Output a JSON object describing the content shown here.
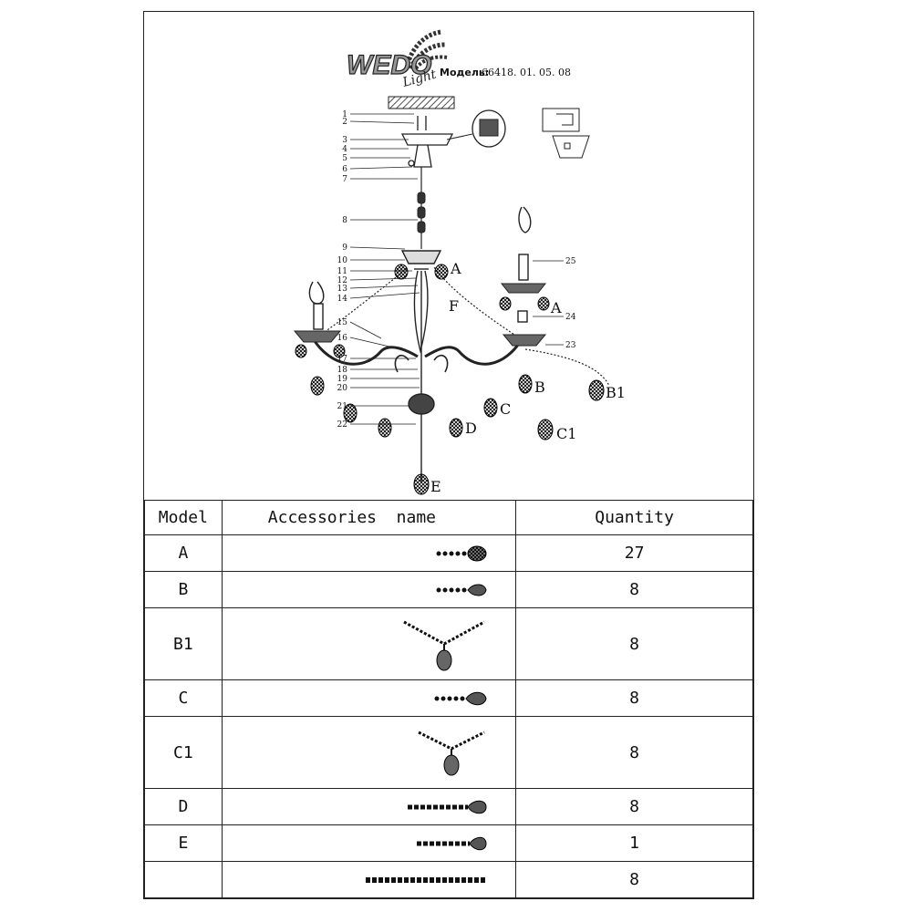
{
  "brand": {
    "logo_text": "WEDO",
    "script_text": "Light"
  },
  "model_label": "Модель:",
  "model_number": "66418. 01. 05. 08",
  "callouts": [
    "1",
    "2",
    "3",
    "4",
    "5",
    "6",
    "7",
    "8",
    "9",
    "10",
    "11",
    "12",
    "13",
    "14",
    "15",
    "16",
    "17",
    "18",
    "19",
    "20",
    "21",
    "22"
  ],
  "right_callouts": {
    "c23": "23",
    "c24": "24",
    "c25": "25"
  },
  "part_letters": {
    "A": "A",
    "A2": "A",
    "F": "F",
    "B": "B",
    "B1": "B1",
    "C": "C",
    "C1": "C1",
    "D": "D",
    "E": "E"
  },
  "table": {
    "headers": {
      "model": "Model",
      "name": "Accessories  name",
      "quantity": "Quantity"
    },
    "rows": [
      {
        "model": "A",
        "quantity": "27",
        "icon": "short-drop-icon"
      },
      {
        "model": "B",
        "quantity": "8",
        "icon": "drop-icon"
      },
      {
        "model": "B1",
        "quantity": "8",
        "icon": "v-garland-icon"
      },
      {
        "model": "C",
        "quantity": "8",
        "icon": "drop-icon"
      },
      {
        "model": "C1",
        "quantity": "8",
        "icon": "v-garland-icon"
      },
      {
        "model": "D",
        "quantity": "8",
        "icon": "long-drop-icon"
      },
      {
        "model": "E",
        "quantity": "1",
        "icon": "long-drop-icon"
      },
      {
        "model": "",
        "quantity": "8",
        "icon": "bead-chain-icon"
      }
    ]
  }
}
